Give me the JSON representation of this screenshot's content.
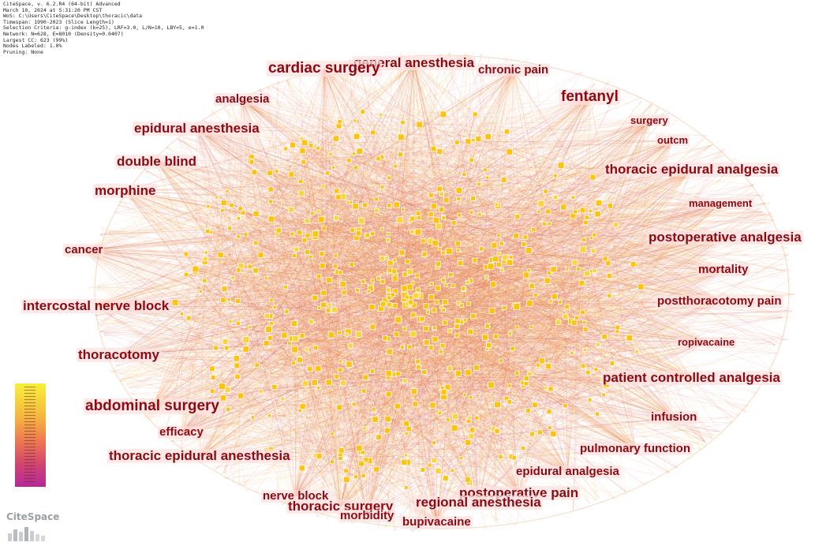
{
  "meta_lines": [
    "CiteSpace, v. 6.2.R4 (64-bit) Advanced",
    "March 10, 2024 at 5:31:20 PM CST",
    "WoS: C:\\Users\\CiteSpace\\Desktop\\thoracic\\data",
    "Timespan: 1990-2023 (Slice Length=1)",
    "Selection Criteria: g-index (k=25), LRF=3.0, L/N=10, LBY=5, e=1.0",
    "Network: N=628, E=8010 (Density=0.0407)",
    "Largest CC: 623 (99%)",
    "Nodes Labeled: 1.0%",
    "Pruning: None"
  ],
  "keywords": [
    {
      "text": "general anesthesia",
      "size": "m"
    },
    {
      "text": "cardiac surgery",
      "size": "l"
    },
    {
      "text": "chronic pain",
      "size": "s"
    },
    {
      "text": "fentanyl",
      "size": "l"
    },
    {
      "text": "analgesia",
      "size": "s"
    },
    {
      "text": "surgery",
      "size": "xs"
    },
    {
      "text": "epidural anesthesia",
      "size": "m"
    },
    {
      "text": "outcm",
      "size": "xs"
    },
    {
      "text": "double blind",
      "size": "m"
    },
    {
      "text": "thoracic epidural analgesia",
      "size": "m"
    },
    {
      "text": "morphine",
      "size": "m"
    },
    {
      "text": "management",
      "size": "xs"
    },
    {
      "text": "postoperative analgesia",
      "size": "m"
    },
    {
      "text": "cancer",
      "size": "s"
    },
    {
      "text": "mortality",
      "size": "s"
    },
    {
      "text": "intercostal nerve block",
      "size": "m"
    },
    {
      "text": "postthoracotomy pain",
      "size": "s"
    },
    {
      "text": "ropivacaine",
      "size": "xs"
    },
    {
      "text": "thoracotomy",
      "size": "m"
    },
    {
      "text": "patient controlled analgesia",
      "size": "m"
    },
    {
      "text": "abdominal surgery",
      "size": "l"
    },
    {
      "text": "infusion",
      "size": "s"
    },
    {
      "text": "efficacy",
      "size": "s"
    },
    {
      "text": "pulmonary function",
      "size": "s"
    },
    {
      "text": "thoracic epidural anesthesia",
      "size": "m"
    },
    {
      "text": "epidural analgesia",
      "size": "s"
    },
    {
      "text": "nerve block",
      "size": "s"
    },
    {
      "text": "postoperative pain",
      "size": "m"
    },
    {
      "text": "thoracic surgery",
      "size": "m"
    },
    {
      "text": "regional anesthesia",
      "size": "m"
    },
    {
      "text": "morbidity",
      "size": "s"
    },
    {
      "text": "bupivacaine",
      "size": "s"
    }
  ],
  "legend": {
    "colors": [
      "#f7ef3a",
      "#f6bb3e",
      "#ee7a50",
      "#d2456e",
      "#b5279c"
    ]
  },
  "logo": {
    "text": "CiteSpace"
  },
  "palette": {
    "node": "#ffc20e",
    "node_outline": "#ffffff",
    "edge_warm": "#f29a3a",
    "edge_cool": "#c2406e",
    "label": "#8b0a12"
  }
}
